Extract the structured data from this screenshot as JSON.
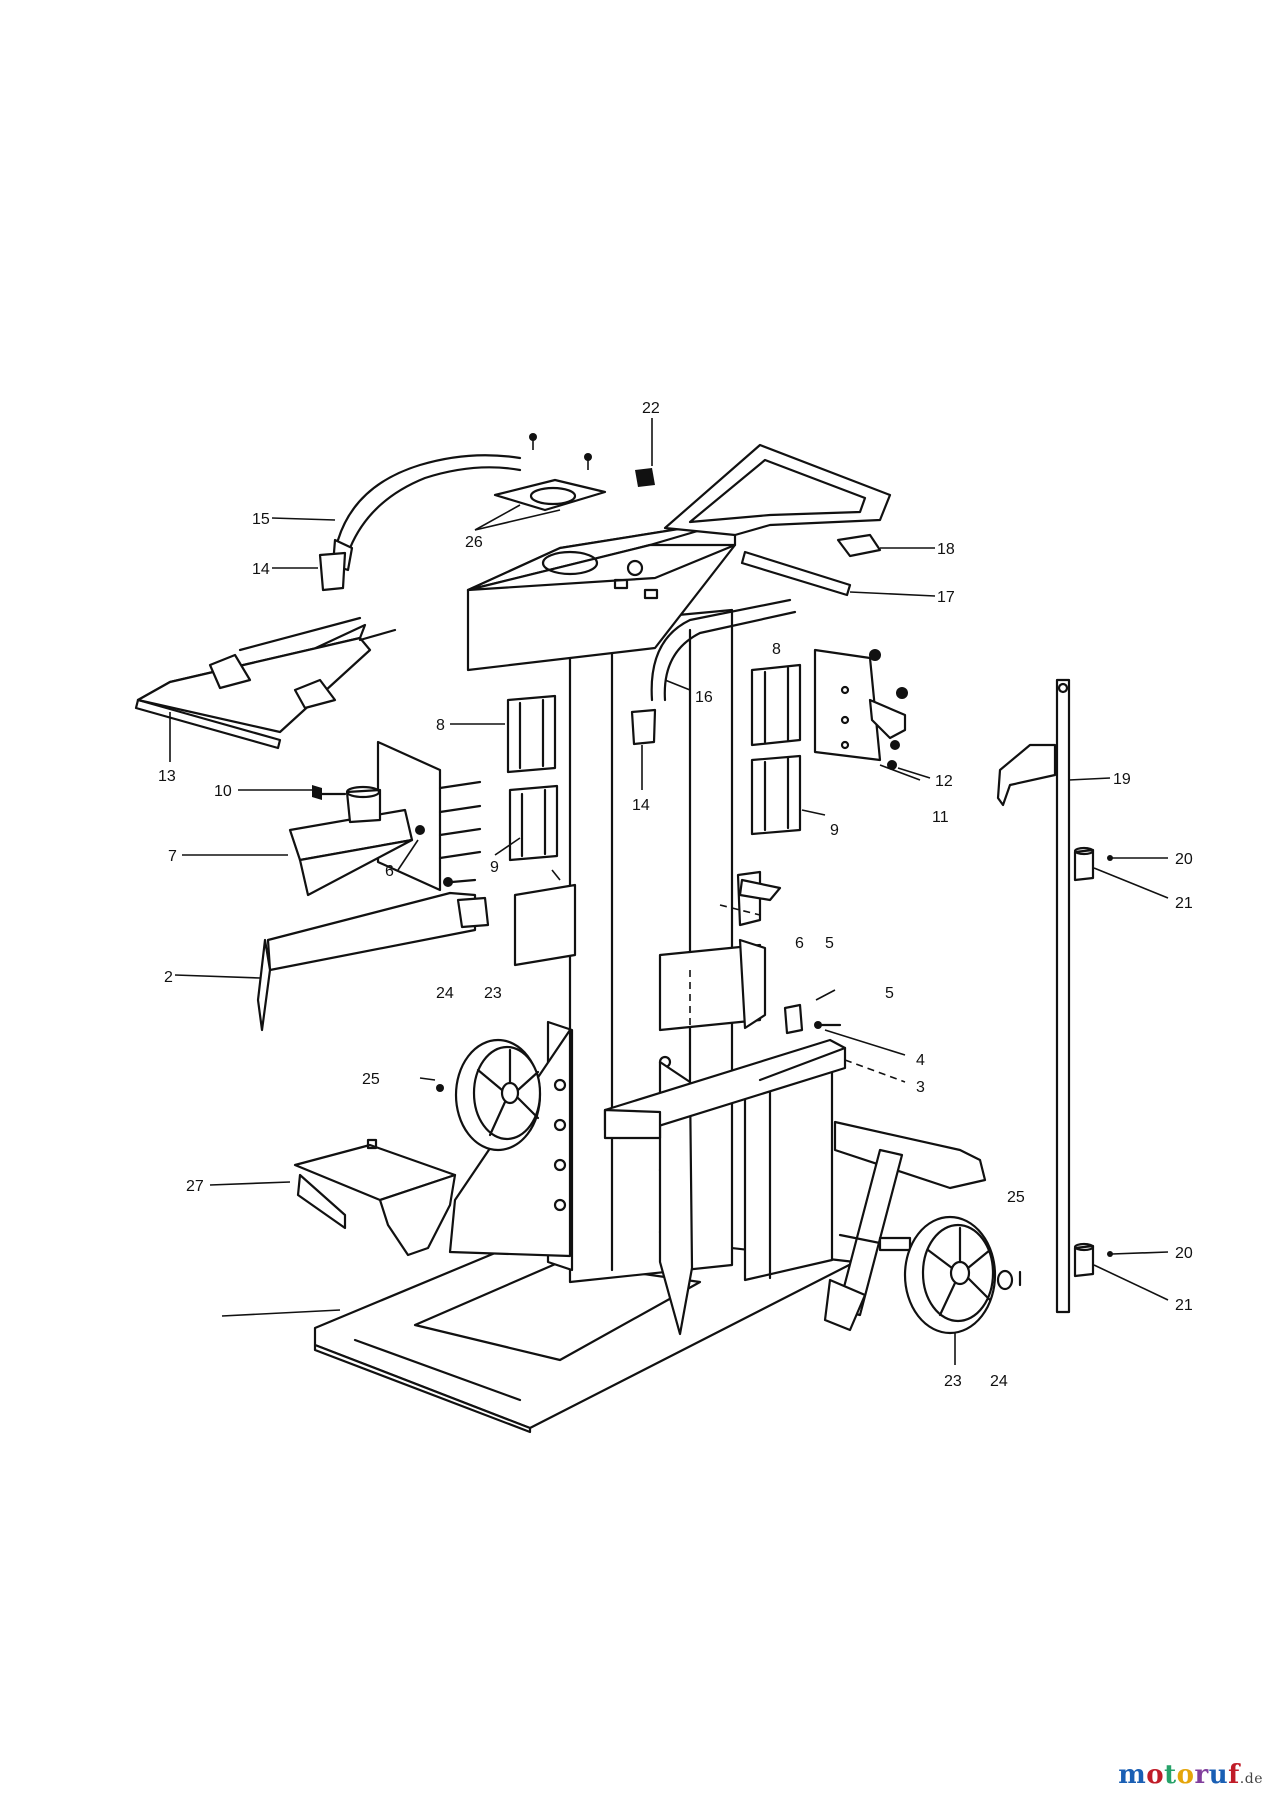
{
  "callouts": [
    {
      "id": "c22",
      "text": "22"
    },
    {
      "id": "c15",
      "text": "15"
    },
    {
      "id": "c26",
      "text": "26"
    },
    {
      "id": "c14a",
      "text": "14"
    },
    {
      "id": "c18",
      "text": "18"
    },
    {
      "id": "c17",
      "text": "17"
    },
    {
      "id": "c8a",
      "text": "8"
    },
    {
      "id": "c8b",
      "text": "8"
    },
    {
      "id": "c16",
      "text": "16"
    },
    {
      "id": "c13",
      "text": "13"
    },
    {
      "id": "c10",
      "text": "10"
    },
    {
      "id": "c14b",
      "text": "14"
    },
    {
      "id": "c12",
      "text": "12"
    },
    {
      "id": "c19",
      "text": "19"
    },
    {
      "id": "c11",
      "text": "11"
    },
    {
      "id": "c7",
      "text": "7"
    },
    {
      "id": "c9a",
      "text": "9"
    },
    {
      "id": "c9b",
      "text": "9"
    },
    {
      "id": "c20a",
      "text": "20"
    },
    {
      "id": "c6a",
      "text": "6"
    },
    {
      "id": "c21a",
      "text": "21"
    },
    {
      "id": "c6b",
      "text": "6"
    },
    {
      "id": "c5a",
      "text": "5"
    },
    {
      "id": "c2",
      "text": "2"
    },
    {
      "id": "c24a",
      "text": "24"
    },
    {
      "id": "c23a",
      "text": "23"
    },
    {
      "id": "c5b",
      "text": "5"
    },
    {
      "id": "c4",
      "text": "4"
    },
    {
      "id": "c3",
      "text": "3"
    },
    {
      "id": "c25a",
      "text": "25"
    },
    {
      "id": "c27",
      "text": "27"
    },
    {
      "id": "c25b",
      "text": "25"
    },
    {
      "id": "c20b",
      "text": "20"
    },
    {
      "id": "c21b",
      "text": "21"
    },
    {
      "id": "c23b",
      "text": "23"
    },
    {
      "id": "c24b",
      "text": "24"
    }
  ],
  "logo": {
    "main": "motoruf",
    "suffix": ".de"
  },
  "colors": {
    "m": "#1a5fb4",
    "o1": "#c01c28",
    "t": "#26a269",
    "o2": "#e5a50a",
    "r": "#813d9c",
    "u": "#1a5fb4",
    "f": "#c01c28"
  }
}
